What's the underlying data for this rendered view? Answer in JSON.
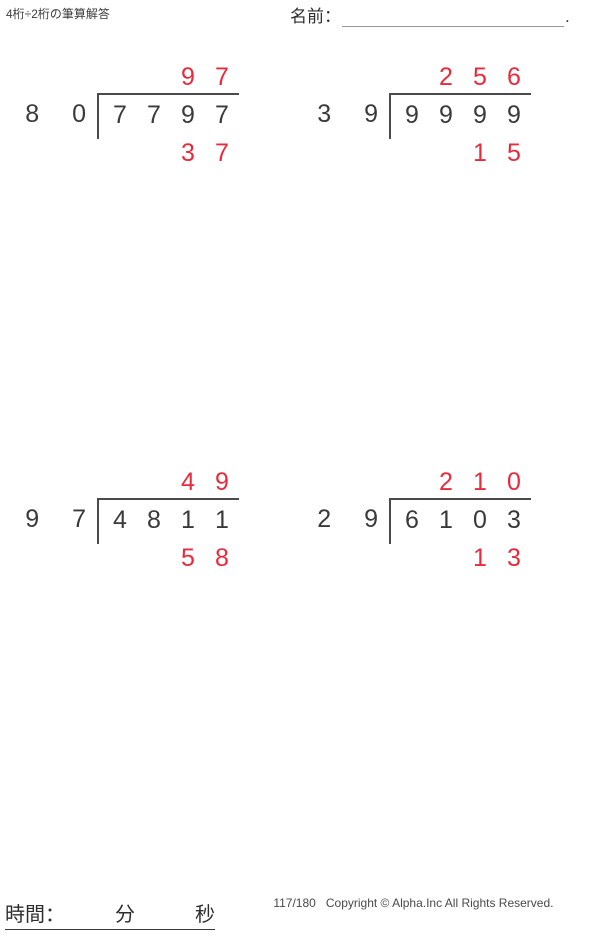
{
  "header": {
    "title": "4桁÷2桁の筆算解答",
    "name_label": "名前：",
    "name_value": "",
    "name_trailing": "."
  },
  "problems": [
    {
      "id": "problem-1",
      "divisor": "8 0",
      "dividend": [
        "7",
        "7",
        "9",
        "7"
      ],
      "quotient": [
        "",
        "",
        "9",
        "7"
      ],
      "remainder": [
        "",
        "",
        "3",
        "7"
      ]
    },
    {
      "id": "problem-2",
      "divisor": "3 9",
      "dividend": [
        "9",
        "9",
        "9",
        "9"
      ],
      "quotient": [
        "",
        "2",
        "5",
        "6"
      ],
      "remainder": [
        "",
        "",
        "1",
        "5"
      ]
    },
    {
      "id": "problem-3",
      "divisor": "9 7",
      "dividend": [
        "4",
        "8",
        "1",
        "1"
      ],
      "quotient": [
        "",
        "",
        "4",
        "9"
      ],
      "remainder": [
        "",
        "",
        "5",
        "8"
      ]
    },
    {
      "id": "problem-4",
      "divisor": "2 9",
      "dividend": [
        "6",
        "1",
        "0",
        "3"
      ],
      "quotient": [
        "",
        "2",
        "1",
        "0"
      ],
      "remainder": [
        "",
        "",
        "1",
        "3"
      ]
    }
  ],
  "footer": {
    "time_label": "時間：　　　分　　　秒",
    "page_number": "117/180",
    "copyright": "Copyright © Alpha.Inc All Rights Reserved."
  },
  "colors": {
    "answer_red": "#ea2a3c",
    "ink_dark": "#3a3a3a",
    "rule_gray": "#9a9a9a"
  }
}
